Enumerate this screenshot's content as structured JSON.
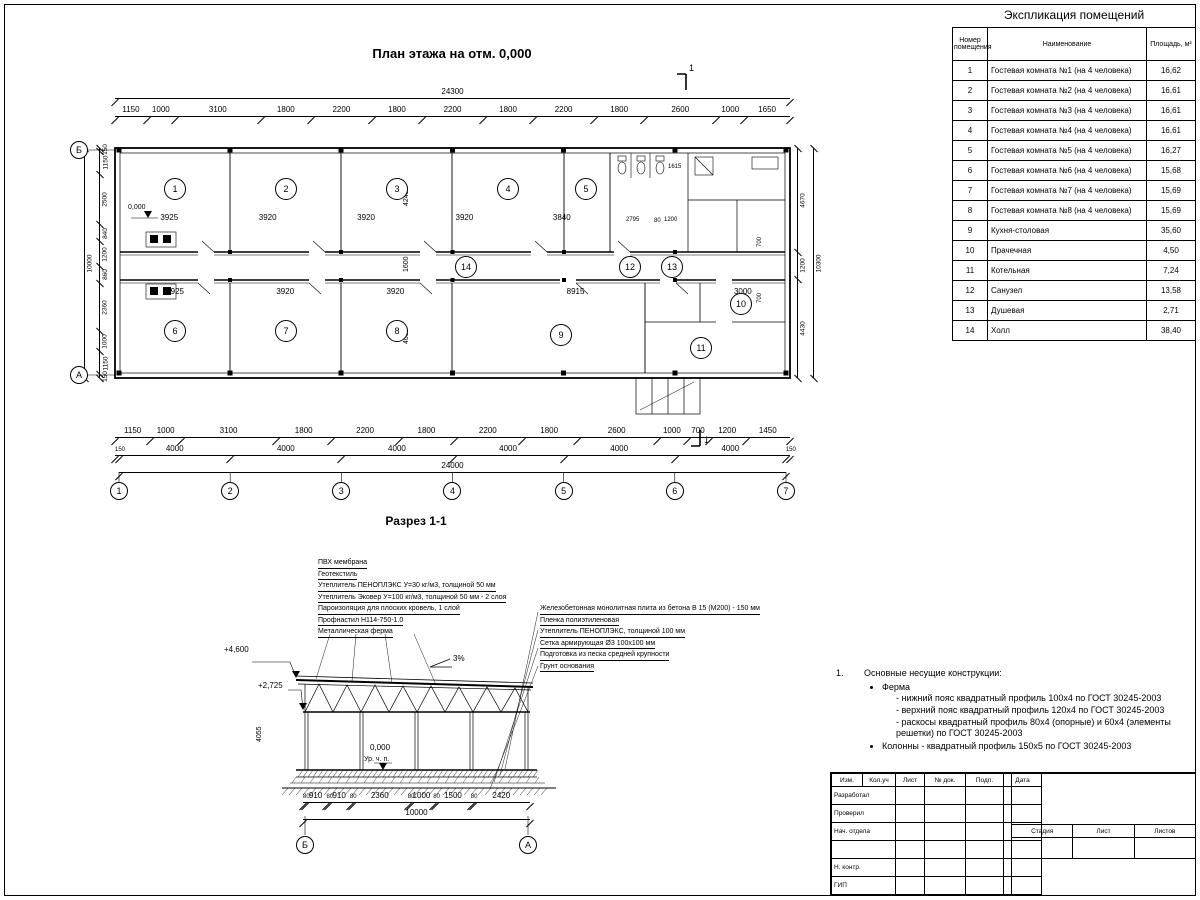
{
  "plan": {
    "title": "План этажа на отм. 0,000",
    "room_labels": [
      "1",
      "2",
      "3",
      "4",
      "5",
      "6",
      "7",
      "8",
      "9",
      "10",
      "11",
      "12",
      "13",
      "14"
    ],
    "axes_bottom": [
      "1",
      "2",
      "3",
      "4",
      "5",
      "6",
      "7"
    ],
    "axis_top_left": "Б",
    "axis_bottom_left": "А",
    "section_mark": "1",
    "elev_zero": "0,000",
    "dims": {
      "total_top": [
        "24300"
      ],
      "top": [
        "1150",
        "1000",
        "3100",
        "1800",
        "2200",
        "1800",
        "2200",
        "1800",
        "2200",
        "1800",
        "2600",
        "1000",
        "1650"
      ],
      "bottom": [
        "1150",
        "1000",
        "3100",
        "1800",
        "2200",
        "1800",
        "2200",
        "1800",
        "2600",
        "1000",
        "700",
        "1200",
        "1450"
      ],
      "axes": [
        "150",
        "4000",
        "4000",
        "4000",
        "4000",
        "4000",
        "4000",
        "150"
      ],
      "total_bottom": [
        "24000"
      ],
      "left": [
        "150",
        "1150",
        "2500",
        "840",
        "1200",
        "860",
        "2360",
        "1000",
        "1150",
        "150"
      ],
      "left_total": [
        "10000"
      ],
      "right": [
        "4670",
        "1200",
        "4430"
      ],
      "right_total": [
        "10300"
      ],
      "rooms_top": [
        "3925",
        "3920",
        "3920",
        "3920",
        "3840"
      ],
      "rooms_bottom": [
        "3925",
        "3920",
        "3920",
        "8915",
        "3000"
      ],
      "d1615": "1615",
      "d2795": "2795",
      "d80": "80",
      "d1200": "1200",
      "d4240": "4240",
      "d1600": "1600",
      "d4000": "4000",
      "d700a": "700",
      "d700b": "700"
    }
  },
  "schedule": {
    "title": "Экспликация помещений",
    "headers": [
      "Номер помещения",
      "Наименование",
      "Площадь, м²"
    ],
    "rows": [
      [
        "1",
        "Гостевая комната №1 (на 4 человека)",
        "16,62"
      ],
      [
        "2",
        "Гостевая комната №2 (на 4 человека)",
        "16,61"
      ],
      [
        "3",
        "Гостевая комната №3 (на 4 человека)",
        "16,61"
      ],
      [
        "4",
        "Гостевая комната №4 (на 4 человека)",
        "16,61"
      ],
      [
        "5",
        "Гостевая комната №5 (на 4 человека)",
        "16,27"
      ],
      [
        "6",
        "Гостевая комната №6 (на 4 человека)",
        "15,68"
      ],
      [
        "7",
        "Гостевая комната №7 (на 4 человека)",
        "15,69"
      ],
      [
        "8",
        "Гостевая комната №8 (на 4 человека)",
        "15,69"
      ],
      [
        "9",
        "Кухня-столовая",
        "35,60"
      ],
      [
        "10",
        "Прачечная",
        "4,50"
      ],
      [
        "11",
        "Котельная",
        "7,24"
      ],
      [
        "12",
        "Санузел",
        "13,58"
      ],
      [
        "13",
        "Душевая",
        "2,71"
      ],
      [
        "14",
        "Холл",
        "38,40"
      ]
    ]
  },
  "section": {
    "title": "Разрез 1-1",
    "callouts_left": [
      "ПВХ мембрана",
      "Геотекстиль",
      "Утеплитель ПЕНОПЛЭКС У=30 кг/м3, толщиной 50 мм",
      "Утеплитель Эковер У=100 кг/м3, толщиной 50 мм - 2 слоя",
      "Пароизоляция для плоских кровель, 1 слой",
      "Профнастил Н114-750-1.0",
      "Металлическая ферма"
    ],
    "callouts_right": [
      "Железобетонная монолитная плита из бетона В 15 (М200) - 150 мм",
      "Пленка полиэтиленовая",
      "Утеплитель ПЕНОПЛЭКС, толщиной 100 мм",
      "Сетка армирующая Ø3 100х100 мм",
      "Подготовка из песка средней крупности",
      "Грунт основания"
    ],
    "elev_top": "+4,600",
    "elev_truss": "+2,725",
    "elev_zero": "0,000",
    "floor_level_label": "Ур. ч. п.",
    "slope": "3%",
    "axis_left": "Б",
    "axis_right": "А",
    "dims": {
      "segments": [
        "80",
        "910",
        "80",
        "910",
        "80",
        "2360",
        "80",
        "1000",
        "80",
        "1500",
        "80",
        "2420"
      ],
      "total": [
        "10000"
      ],
      "height": "4055"
    }
  },
  "notes": {
    "number": "1.",
    "heading": "Основные несущие конструкции:",
    "groups": [
      {
        "title": "Ферма",
        "items": [
          "- нижний пояс квадратный профиль 100х4 по ГОСТ 30245-2003",
          "- верхний пояс квадратный профиль 120х4 по ГОСТ 30245-2003",
          "- раскосы квадратный профиль 80х4 (опорные) и 60х4 (элементы решетки) по ГОСТ 30245-2003"
        ]
      },
      {
        "title": "Колонны - квадратный профиль 150х5 по ГОСТ 30245-2003",
        "items": []
      }
    ]
  },
  "titleblock": {
    "header_cells": [
      "Изм.",
      "Кол.уч",
      "Лист",
      "№ док.",
      "Подп.",
      "Дата"
    ],
    "rows": [
      "Разработал",
      "Проверил",
      "Нач. отдела",
      "",
      "Н. контр.",
      "ГИП"
    ],
    "stage_labels": [
      "Стадия",
      "Лист",
      "Листов"
    ]
  }
}
